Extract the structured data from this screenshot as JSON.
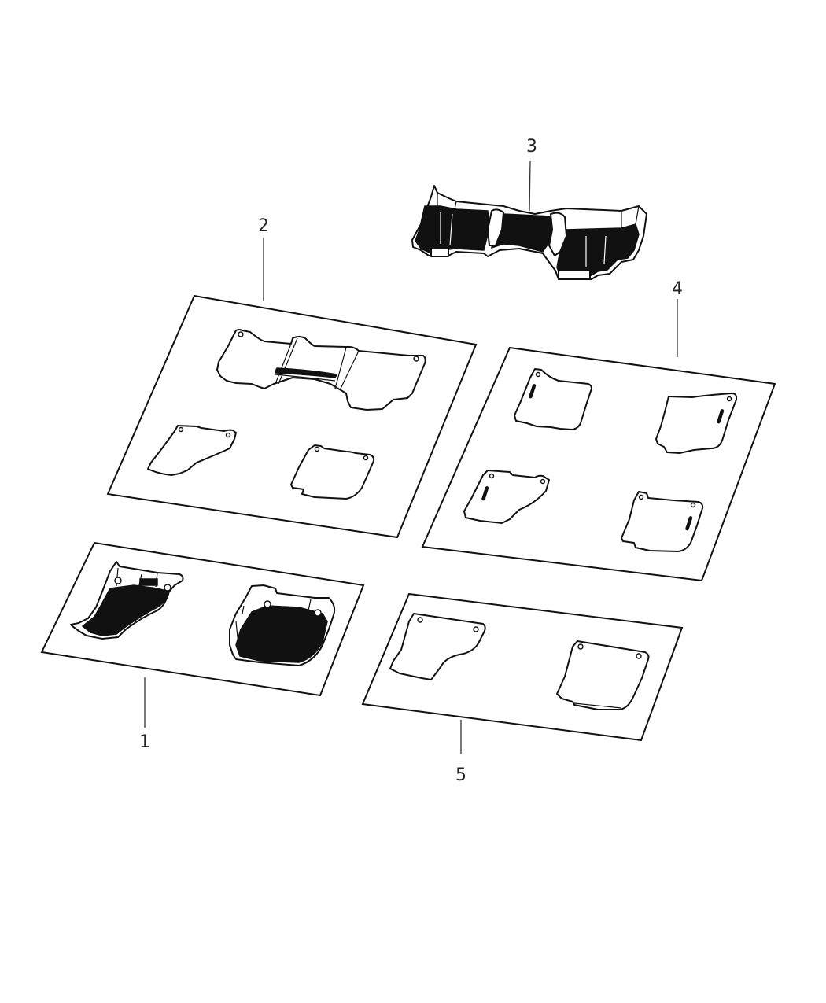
{
  "diagram": {
    "type": "exploded parts diagram",
    "subject": "Floor mats / floor liners",
    "background_color": "#ffffff",
    "line_color": "#111111"
  },
  "callouts": [
    {
      "id": "1",
      "label": "1",
      "description": "Front floor liner set (2 pcs, molded, textured)"
    },
    {
      "id": "2",
      "label": "2",
      "description": "Floor mat set (rear one-piece over tunnel + 2 front mats)"
    },
    {
      "id": "3",
      "label": "3",
      "description": "Rear floor liner (one-piece, molded, textured)"
    },
    {
      "id": "4",
      "label": "4",
      "description": "Floor mat set (4 pcs with logo badges)"
    },
    {
      "id": "5",
      "label": "5",
      "description": "Front floor mat set (2 pcs)"
    }
  ]
}
